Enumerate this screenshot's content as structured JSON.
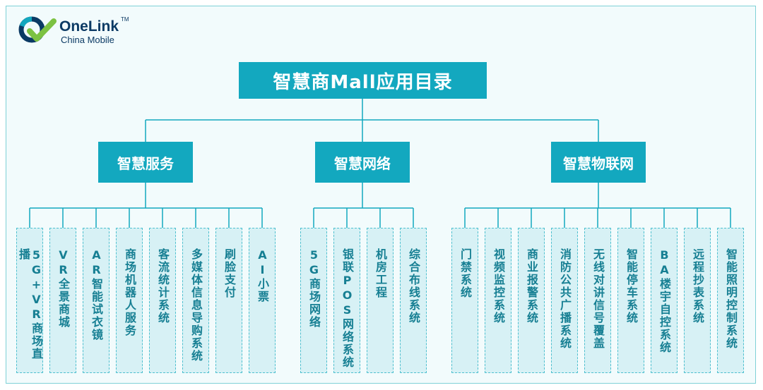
{
  "brand": {
    "name": "OneLink",
    "trademark": "TM",
    "sub": "China Mobile",
    "colors": {
      "primary": "#13a8bf",
      "leaf_bg": "#d7f1f5",
      "leaf_text": "#167f93",
      "navy": "#0b3a64",
      "green": "#7cc242"
    }
  },
  "root": {
    "label": "智慧商Mall应用目录"
  },
  "categories": [
    {
      "label": "智慧服务",
      "items": [
        "5G+VR商场直播",
        "VR全景商城",
        "AR智能试衣镜",
        "商场机器人服务",
        "客流统计系统",
        "多媒体信息导购系统",
        "刷脸支付",
        "AI小票"
      ]
    },
    {
      "label": "智慧网络",
      "items": [
        "5G商场网络",
        "银联POS网络系统",
        "机房工程",
        "综合布线系统"
      ]
    },
    {
      "label": "智慧物联网",
      "items": [
        "门禁系统",
        "视频监控系统",
        "商业报警系统",
        "消防公共广播系统",
        "无线对讲信号覆盖",
        "智能停车系统",
        "BA楼宇自控系统",
        "远程抄表系统",
        "智能照明控制系统"
      ]
    }
  ]
}
